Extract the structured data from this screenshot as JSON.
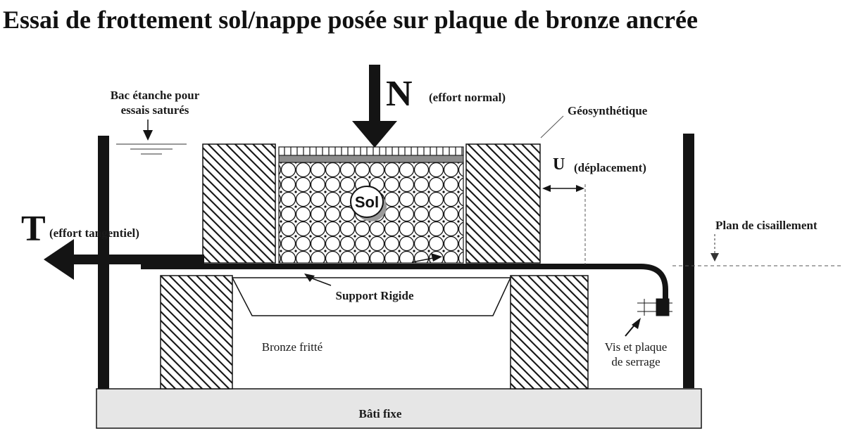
{
  "title": "Essai de frottement  sol/nappe posée sur plaque de bronze ancrée",
  "labels": {
    "bac": [
      "Bac étanche pour",
      "essais saturés"
    ],
    "n_letter": "N",
    "n_desc": "(effort normal)",
    "geosynthetique": "Géosynthétique",
    "u_letter": "U",
    "u_desc": "(déplacement)",
    "t_letter": "T",
    "t_desc": "(effort tangentiel)",
    "plan": "Plan de cisaillement",
    "sol": "Sol",
    "support": "Support Rigide",
    "bronze": "Bronze fritté",
    "vis": [
      "Vis et plaque",
      "de serrage"
    ],
    "bati": "Bâti fixe"
  },
  "colors": {
    "ink": "#141414",
    "base_fill": "#e6e6e6",
    "geo_strip": "#8c8c8c",
    "dashed_line": "#555555"
  }
}
